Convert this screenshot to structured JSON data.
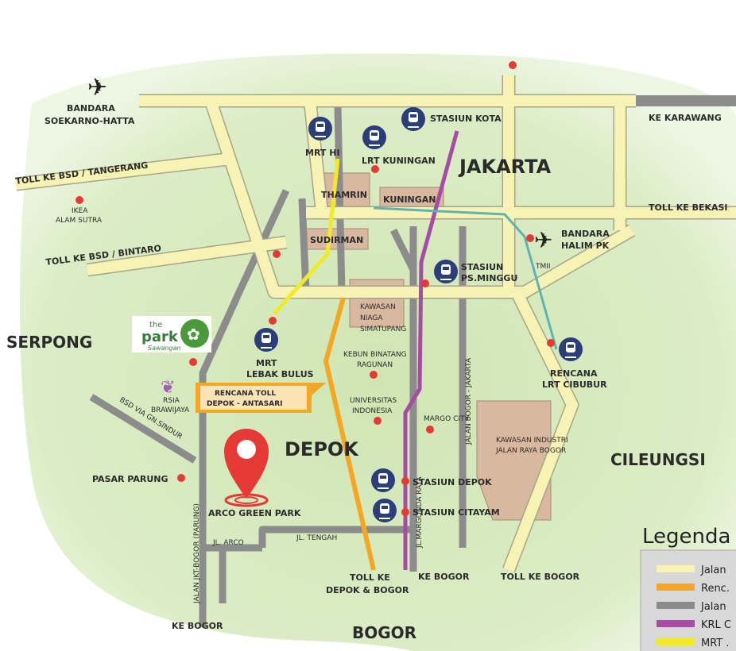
{
  "map": {
    "regions": {
      "jakarta": "JAKARTA",
      "depok": "DEPOK",
      "serpong": "SERPONG",
      "cileungsi": "CILEUNGSI",
      "bogor": "BOGOR"
    },
    "airports": [
      {
        "name": "BANDARA SOEKARNO-HATTA",
        "line1": "BANDARA",
        "line2": "SOEKARNO-HATTA",
        "icon": "airplane-icon"
      },
      {
        "name": "BANDARA HALIM PK",
        "line1": "BANDARA",
        "line2": "HALIM PK",
        "icon": "airplane-icon"
      }
    ],
    "stations": [
      {
        "label": "MRT HI"
      },
      {
        "label": "LRT KUNINGAN"
      },
      {
        "label": "STASIUN KOTA"
      },
      {
        "line1": "STASIUN",
        "line2": "PS.MINGGU"
      },
      {
        "line1": "MRT",
        "line2": "LEBAK BULUS"
      },
      {
        "line1": "RENCANA",
        "line2": "LRT CIBUBUR"
      },
      {
        "label": "STASIUN DEPOK"
      },
      {
        "label": "STASIUN CITAYAM"
      }
    ],
    "districts": {
      "thamrin": "THAMRIN",
      "kuningan": "KUNINGAN",
      "sudirman": "SUDIRMAN",
      "simatupang": [
        "KAWASAN",
        "NIAGA",
        "SIMATUPANG"
      ],
      "industri": [
        "KAWASAN INDUSTRI",
        "JALAN RAYA BOGOR"
      ]
    },
    "places": {
      "ikea": [
        "IKEA",
        "ALAM SUTRA"
      ],
      "ragunan": [
        "KEBUN BINATANG",
        "RAGUNAN"
      ],
      "ui": [
        "UNIVERSITAS",
        "INDONESIA"
      ],
      "margo": "MARGO CITY",
      "tmii": "TMII",
      "rsia": [
        "RSIA",
        "BRAWIJAYA"
      ],
      "pasar": "PASAR PARUNG"
    },
    "roads": {
      "karawang": "KE KARAWANG",
      "bekasi": "TOLL KE BEKASI",
      "tangerang": "TOLL KE BSD / TANGERANG",
      "bintaro": "TOLL KE BSD / BINTARO",
      "sindur": "BSD VIA GN.SINDUR",
      "parung": "JALAN JKT-BOGOR (PARUNG)",
      "margonda": "JL.MARGONDA RAYA",
      "bogorjkt": "JALAN BOGOR - JAKARTA",
      "arco": "JL. ARCO",
      "tengah": "JL. TENGAH",
      "kebogor1": "KE BOGOR",
      "kebogor2": "KE BOGOR",
      "tolldepok": [
        "TOLL KE",
        "DEPOK & BOGOR"
      ],
      "tollbogor": "TOLL KE BOGOR"
    },
    "callout": [
      "RENCANA TOLL",
      "DEPOK - ANTASARI"
    ],
    "pin_label": "ARCO GREEN PARK",
    "logo": {
      "the": "the",
      "park": "park",
      "sub": "Sawangan"
    }
  },
  "legend": {
    "title": "Legenda",
    "items": [
      {
        "label": "Jalan",
        "color": "#f6f3b4"
      },
      {
        "label": "Renc.",
        "color": "#f5a623"
      },
      {
        "label": "Jalan",
        "color": "#8c8c8c"
      },
      {
        "label": "KRL C",
        "color": "#a64ca6"
      },
      {
        "label": "MRT .",
        "color": "#f2e92a"
      }
    ]
  },
  "colors": {
    "green": "#d7ebbf",
    "road": "#f6f3b4",
    "grey": "#8c8c8c",
    "orange": "#f5a623",
    "purple": "#a64ca6",
    "yellow": "#f2e92a",
    "teal": "#5fb3b3",
    "station": "#2a3f7a",
    "pin": "#e53935",
    "district": "#d9b8a0"
  }
}
